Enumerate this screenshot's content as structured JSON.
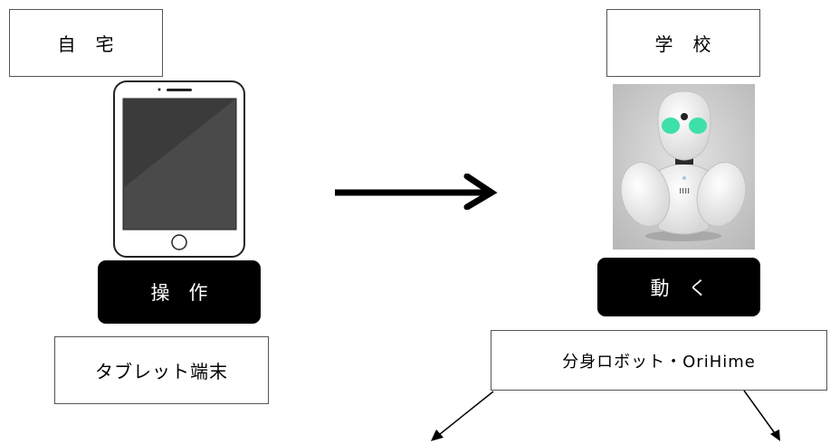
{
  "home": {
    "label": "自　宅"
  },
  "school": {
    "label": "学　校"
  },
  "tablet": {
    "action": "操　作",
    "caption": "タブレット端末"
  },
  "robot": {
    "action": "動　く",
    "caption": "分身ロボット・OriHime"
  },
  "colors": {
    "arrow": "#000000",
    "robot_body": "#f4f4f4",
    "robot_eye": "#3de0a8",
    "photo_bg": "#c9c9c9"
  },
  "icons": [
    "tablet-icon",
    "robot-icon",
    "arrow-right-icon"
  ]
}
